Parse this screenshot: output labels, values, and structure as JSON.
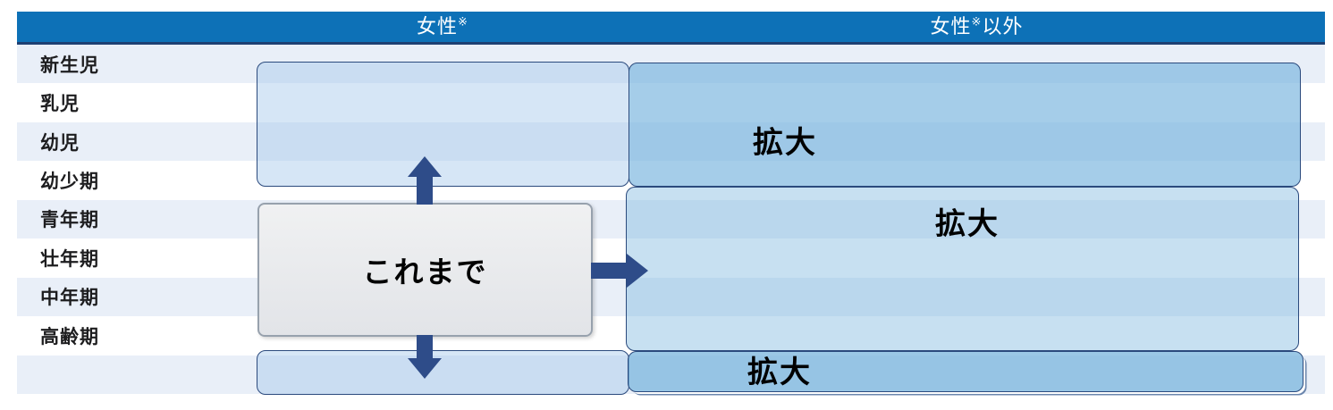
{
  "header": {
    "female": {
      "base": "女性",
      "sup": "※"
    },
    "non_female": {
      "base": "女性",
      "sup": "※",
      "suffix": "以外"
    }
  },
  "rows": [
    "新生児",
    "乳児",
    "幼児",
    "幼少期",
    "青年期",
    "壮年期",
    "中年期",
    "高齢期",
    ""
  ],
  "cells": {
    "current": "これまで",
    "expand_top": "拡大",
    "expand_middle": "拡大",
    "expand_bottom": "拡大"
  },
  "colors": {
    "header_bg": "#0d71b7",
    "header_underline": "#1d3f72",
    "row_stripe": "#e9eff8",
    "box_border": "#2b4a7d",
    "expand_fill": "#a4cde8",
    "pale_fill": "#d6e4f4",
    "current_box_bg": "#e9eaec",
    "current_box_border": "#97a1ad",
    "arrow": "#2e4c89"
  }
}
